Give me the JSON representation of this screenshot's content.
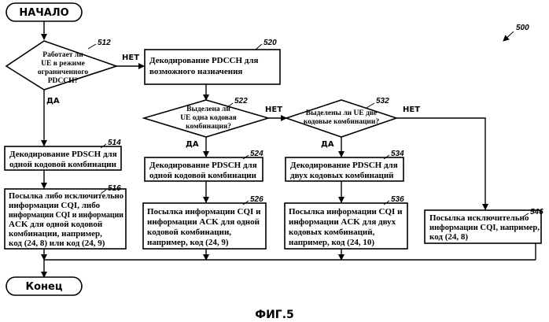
{
  "diagram_number": "500",
  "figure_caption": "ФИГ.5",
  "start": {
    "label": "НАЧАЛО"
  },
  "end": {
    "label": "Конец"
  },
  "decisions": {
    "d512": {
      "ref": "512",
      "lines": [
        "Работает ли",
        "UE в режиме",
        "ограниченного",
        "PDCCH?"
      ],
      "yes": "ДА",
      "no": "НЕТ"
    },
    "d522": {
      "ref": "522",
      "lines": [
        "Выделена ли",
        "UE одна кодовая",
        "комбинация?"
      ],
      "yes": "ДА",
      "no": "НЕТ"
    },
    "d532": {
      "ref": "532",
      "lines": [
        "Выделены ли UE две",
        "кодовые комбинации?"
      ],
      "yes": "ДА",
      "no": "НЕТ"
    }
  },
  "processes": {
    "p520": {
      "ref": "520",
      "lines": [
        "Декодирование PDCCH для",
        "возможного назначения"
      ]
    },
    "p514": {
      "ref": "514",
      "lines": [
        "Декодирование PDSCH для",
        "одной кодовой комбинации"
      ]
    },
    "p524": {
      "ref": "524",
      "lines": [
        "Декодирование PDSCH для",
        "одной кодовой комбинации"
      ]
    },
    "p534": {
      "ref": "534",
      "lines": [
        "Декодирование PDSCH для",
        "двух кодовых комбинаций"
      ]
    },
    "p516": {
      "ref": "516",
      "lines": [
        "Посылка либо исключительно",
        "информации  CQI, либо",
        "информации CQI и информации",
        "ACK для одной кодовой",
        "комбинации, например,",
        "код (24, 8) или код (24, 9)"
      ]
    },
    "p526": {
      "ref": "526",
      "lines": [
        "Посылка информации CQI и",
        "информации ACK для одной",
        "кодовой комбинации,",
        "например, код (24, 9)"
      ]
    },
    "p536": {
      "ref": "536",
      "lines": [
        "Посылка информации CQI и",
        "информации ACK для двух",
        "кодовых комбинаций,",
        "например, код (24, 10)"
      ]
    },
    "p546": {
      "ref": "546",
      "lines": [
        "Посылка исключительно",
        "информации CQI, например,",
        "код (24, 8)"
      ]
    }
  }
}
